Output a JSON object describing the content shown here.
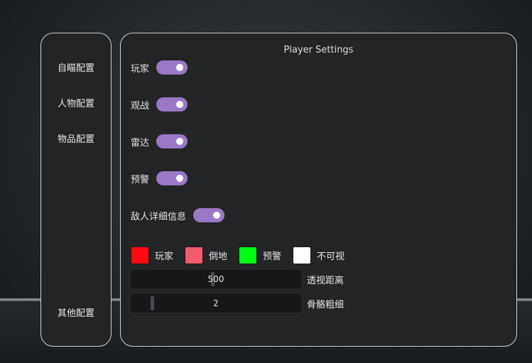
{
  "sidebar": {
    "items": [
      {
        "label": "自瞄配置"
      },
      {
        "label": "人物配置"
      },
      {
        "label": "物品配置"
      },
      {
        "label": "其他配置"
      }
    ]
  },
  "panel": {
    "title": "Player Settings",
    "toggles": [
      {
        "label": "玩家",
        "on": true
      },
      {
        "label": "观战",
        "on": true
      },
      {
        "label": "雷达",
        "on": true
      },
      {
        "label": "预警",
        "on": true
      },
      {
        "label": "敌人详细信息",
        "on": true
      }
    ],
    "colors": [
      {
        "label": "玩家",
        "color": "#ff0a14"
      },
      {
        "label": "倒地",
        "color": "#f25a6e"
      },
      {
        "label": "预警",
        "color": "#00ff14"
      },
      {
        "label": "不可视",
        "color": "#ffffff"
      }
    ],
    "sliders": [
      {
        "label": "透视距离",
        "value": "500",
        "fraction": 0.48
      },
      {
        "label": "骨骼粗细",
        "value": "2",
        "fraction": 0.12
      }
    ]
  },
  "theme": {
    "accent": "#9a78c6",
    "panel_bg": "#232425",
    "border": "#d0d0d0"
  }
}
